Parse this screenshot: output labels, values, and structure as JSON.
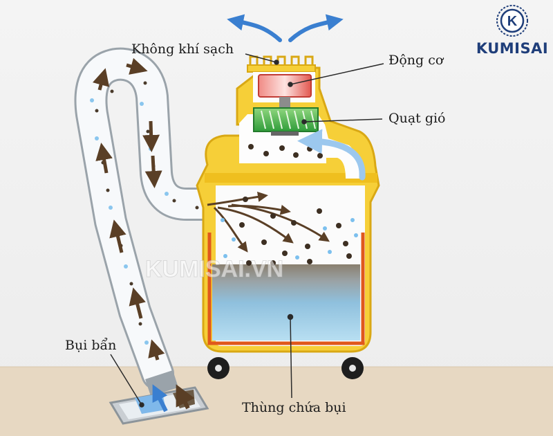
{
  "labels": {
    "clean_air": "Không khí sạch",
    "motor": "Động cơ",
    "fan": "Quạt gió",
    "dirt": "Bụi bẩn",
    "tank": "Thùng chứa bụi"
  },
  "brand": {
    "logo_letter": "K",
    "name": "KUMISAI",
    "watermark": "KUMISAI.VN"
  },
  "colors": {
    "body_yellow": "#f7d33a",
    "tank_orange": "#e0581c",
    "motor_red": "#e2574f",
    "fan_green": "#3fae44",
    "air_blue": "#4a90d9",
    "brand_navy": "#1f3e7a"
  }
}
